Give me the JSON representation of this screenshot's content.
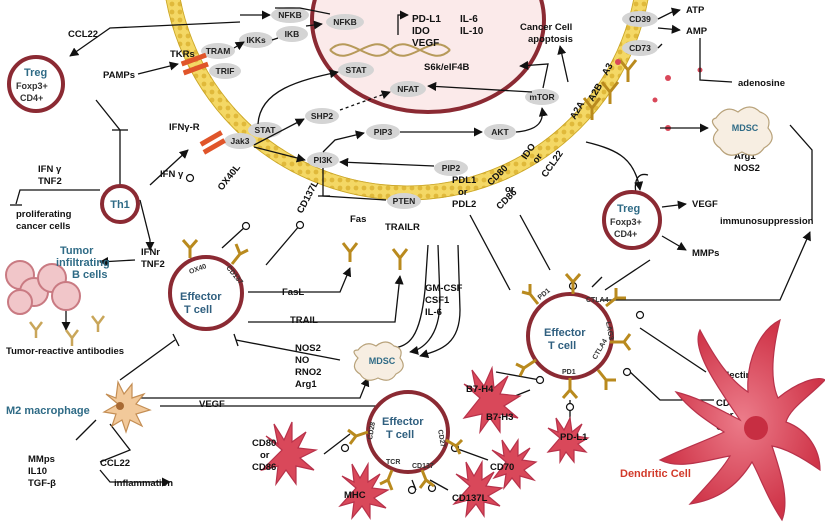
{
  "nucleus": {
    "genes": [
      "PD-L1",
      "IDO",
      "VEGF"
    ],
    "genes2": [
      "IL-6",
      "IL-10"
    ],
    "nfkb_inside": "NFKB",
    "s6k": "S6k/eIF4B",
    "stat_inside": "STAT",
    "nfat": "NFAT"
  },
  "pills": {
    "nfkb": "NFKB",
    "ikks": "IKKs",
    "ikb": "IKB",
    "tram": "TRAM",
    "trif": "TRIF",
    "stat": "STAT",
    "jak3": "Jak3",
    "shp2": "SHP2",
    "pi3k": "PI3K",
    "pip3": "PIP3",
    "pip2": "PIP2",
    "pten": "PTEN",
    "akt": "AKT",
    "mtor": "mTOR",
    "cd39": "CD39",
    "cd73": "CD73"
  },
  "labels": {
    "ccl22_top": "CCL22",
    "pamps": "PAMPs",
    "tkrs": "TKRs",
    "ifng_r": "IFNγ-R",
    "ifng": "IFN γ",
    "ifng_left": "IFN γ",
    "tnf2_left": "TNF2",
    "prolif": "proliferating",
    "prolif2": "cancer cells",
    "ifnr": "IFNr",
    "tnf2_b": "TNF2",
    "tumor_reactive": "Tumor-reactive antibodies",
    "ox40l": "OX40L",
    "cd137l": "CD137L",
    "fas": "Fas",
    "trailr": "TRAILR",
    "pdl1": "PDL1",
    "or1": "or",
    "pdl2": "PDL2",
    "cd80": "CD80",
    "or2": "or",
    "cd86": "CD86",
    "ido": "IDO",
    "or3": "or",
    "ccl22_r": "CCL22",
    "a2a": "A2A",
    "a2b": "A2B",
    "a3": "A3",
    "apop1": "Cancer Cell",
    "apop2": "apoptosis",
    "atp": "ATP",
    "amp": "AMP",
    "adenosine": "adenosine",
    "fasl": "FasL",
    "trail": "TRAIL",
    "gmcsf": "GM-CSF",
    "csf1": "CSF1",
    "il6": "IL-6",
    "nos2": "NOS2",
    "no": "NO",
    "rno2": "RNO2",
    "arg1": "Arg1",
    "vegf_b": "VEGF",
    "mmps_l": "MMps",
    "il10_l": "IL10",
    "tgfb": "TGF-β",
    "ccl22_m": "CCL22",
    "inflam": "inflammation",
    "vegf_r": "VEGF",
    "mmps_r": "MMPs",
    "arg1_r": "Arg1",
    "nos2_r": "NOS2",
    "immuno": "immunosuppression",
    "galectin": "Galectin9",
    "cd80_dc": "CD80",
    "or_dc": "or",
    "cd86_dc": "CD86",
    "b7h4": "B7-H4",
    "b7h3": "B7-H3",
    "pdl1_b": "PD-L1",
    "cd80_l": "CD80",
    "or_l": "or",
    "cd86_l": "CD86",
    "cd70": "CD70",
    "mhc": "MHC",
    "cd137l_b": "CD137L"
  },
  "cells": {
    "treg_left": {
      "title": "Treg",
      "l1": "Foxp3+",
      "l2": "CD4+"
    },
    "treg_right": {
      "title": "Treg",
      "l1": "Foxp3+",
      "l2": "CD4+"
    },
    "th1": "Th1",
    "tumor_b": [
      "Tumor",
      "infiltrating",
      "B cells"
    ],
    "effector_left": {
      "l1": "Effector",
      "l2": "T cell",
      "r1": "OX40",
      "r2": "CD137"
    },
    "effector_right": {
      "l1": "Effector",
      "l2": "T cell",
      "r1": "PD1",
      "r2": "CTLA4",
      "r3": "LAG3",
      "r4": "CTLA4",
      "r5": "PD1"
    },
    "effector_bottom": {
      "l1": "Effector",
      "l2": "T cell",
      "r1": "CD28",
      "r2": "TCR",
      "r3": "CD137",
      "r4": "CD27"
    },
    "mdsc_mid": "MDSC",
    "mdsc_right": "MDSC",
    "m2": "M2 macrophage",
    "dendritic": "Dendritic Cell"
  },
  "colors": {
    "membrane": "#f2d25a",
    "membrane_dot": "#c9a52a",
    "nucleus_ring": "#8b2a33",
    "nucleus_fill": "#fbeaea",
    "pill": "#d4d4d4",
    "receptor": "#b98a1e",
    "cell_ring": "#8b2a33",
    "dendritic": "#d9485a",
    "red_label": "#d23a2a",
    "teal_label": "#2f6b86"
  }
}
